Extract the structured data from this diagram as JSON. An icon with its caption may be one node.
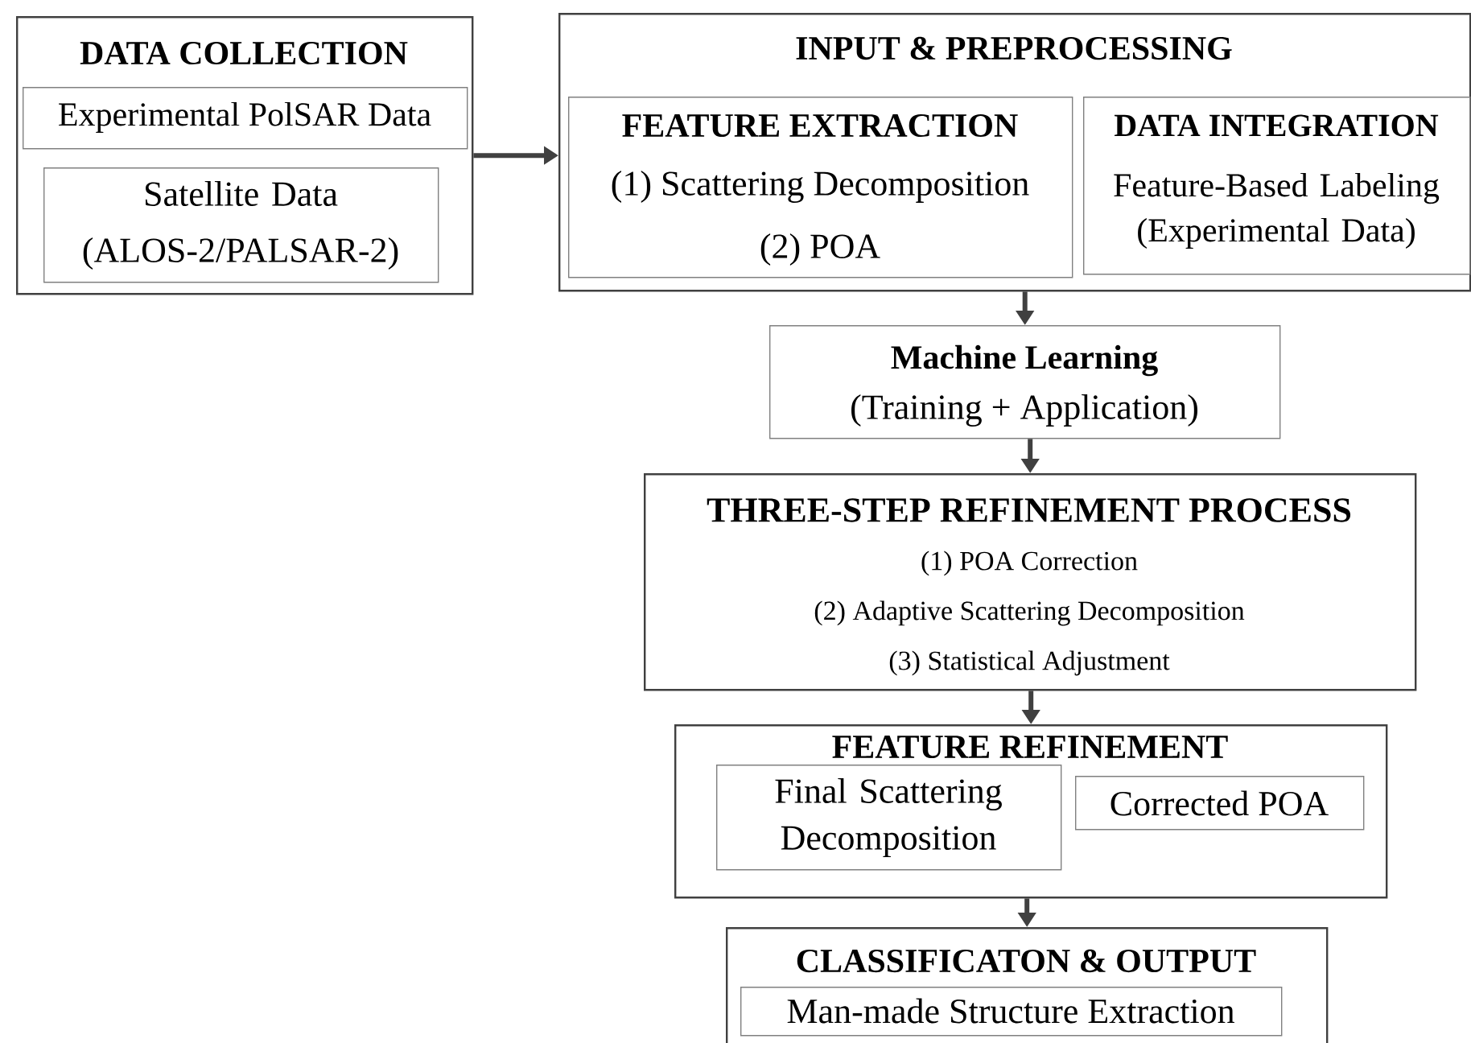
{
  "diagram": {
    "nodes": [
      {
        "text": [
          "DATA COLLECTION"
        ]
      },
      {
        "text": [
          "Experimental PolSAR Data"
        ],
        "in": 0
      },
      {
        "text": [
          "Satellite Data (ALOS-2/PALSAR-2)"
        ],
        "in": 0
      },
      {
        "text": [
          "INPUT & PREPROCESSING"
        ]
      },
      {
        "text": [
          "FEATURE EXTRACTION",
          "(1) Scattering Decomposition",
          "(2) POA"
        ],
        "in": 3
      },
      {
        "text": [
          "DATA INTEGRATION",
          "Feature-Based Labeling (Experimental Data)"
        ],
        "in": 3
      },
      {
        "text": [
          "Machine Learning",
          "(Training + Application)"
        ]
      },
      {
        "text": [
          "THREE-STEP REFINEMENT PROCESS",
          "(1) POA Correction",
          "(2) Adaptive Scattering Decomposition",
          "(3) Statistical Adjustment"
        ]
      },
      {
        "text": [
          "FEATURE REFINEMENT"
        ]
      },
      {
        "text": [
          "Final Scattering Decomposition"
        ],
        "in": 8
      },
      {
        "text": [
          "Corrected POA"
        ],
        "in": 8
      },
      {
        "text": [
          "CLASSIFICATON & OUTPUT"
        ]
      },
      {
        "text": [
          "Man-made Structure Extraction"
        ],
        "in": 11
      }
    ],
    "edges": [
      {
        "from": 0,
        "to": 3,
        "arrow": "to"
      },
      {
        "from": 3,
        "to": 6,
        "arrow": "to"
      },
      {
        "from": 6,
        "to": 7,
        "arrow": "to"
      },
      {
        "from": 7,
        "to": 8,
        "arrow": "to"
      },
      {
        "from": 8,
        "to": 11,
        "arrow": "to"
      }
    ]
  }
}
